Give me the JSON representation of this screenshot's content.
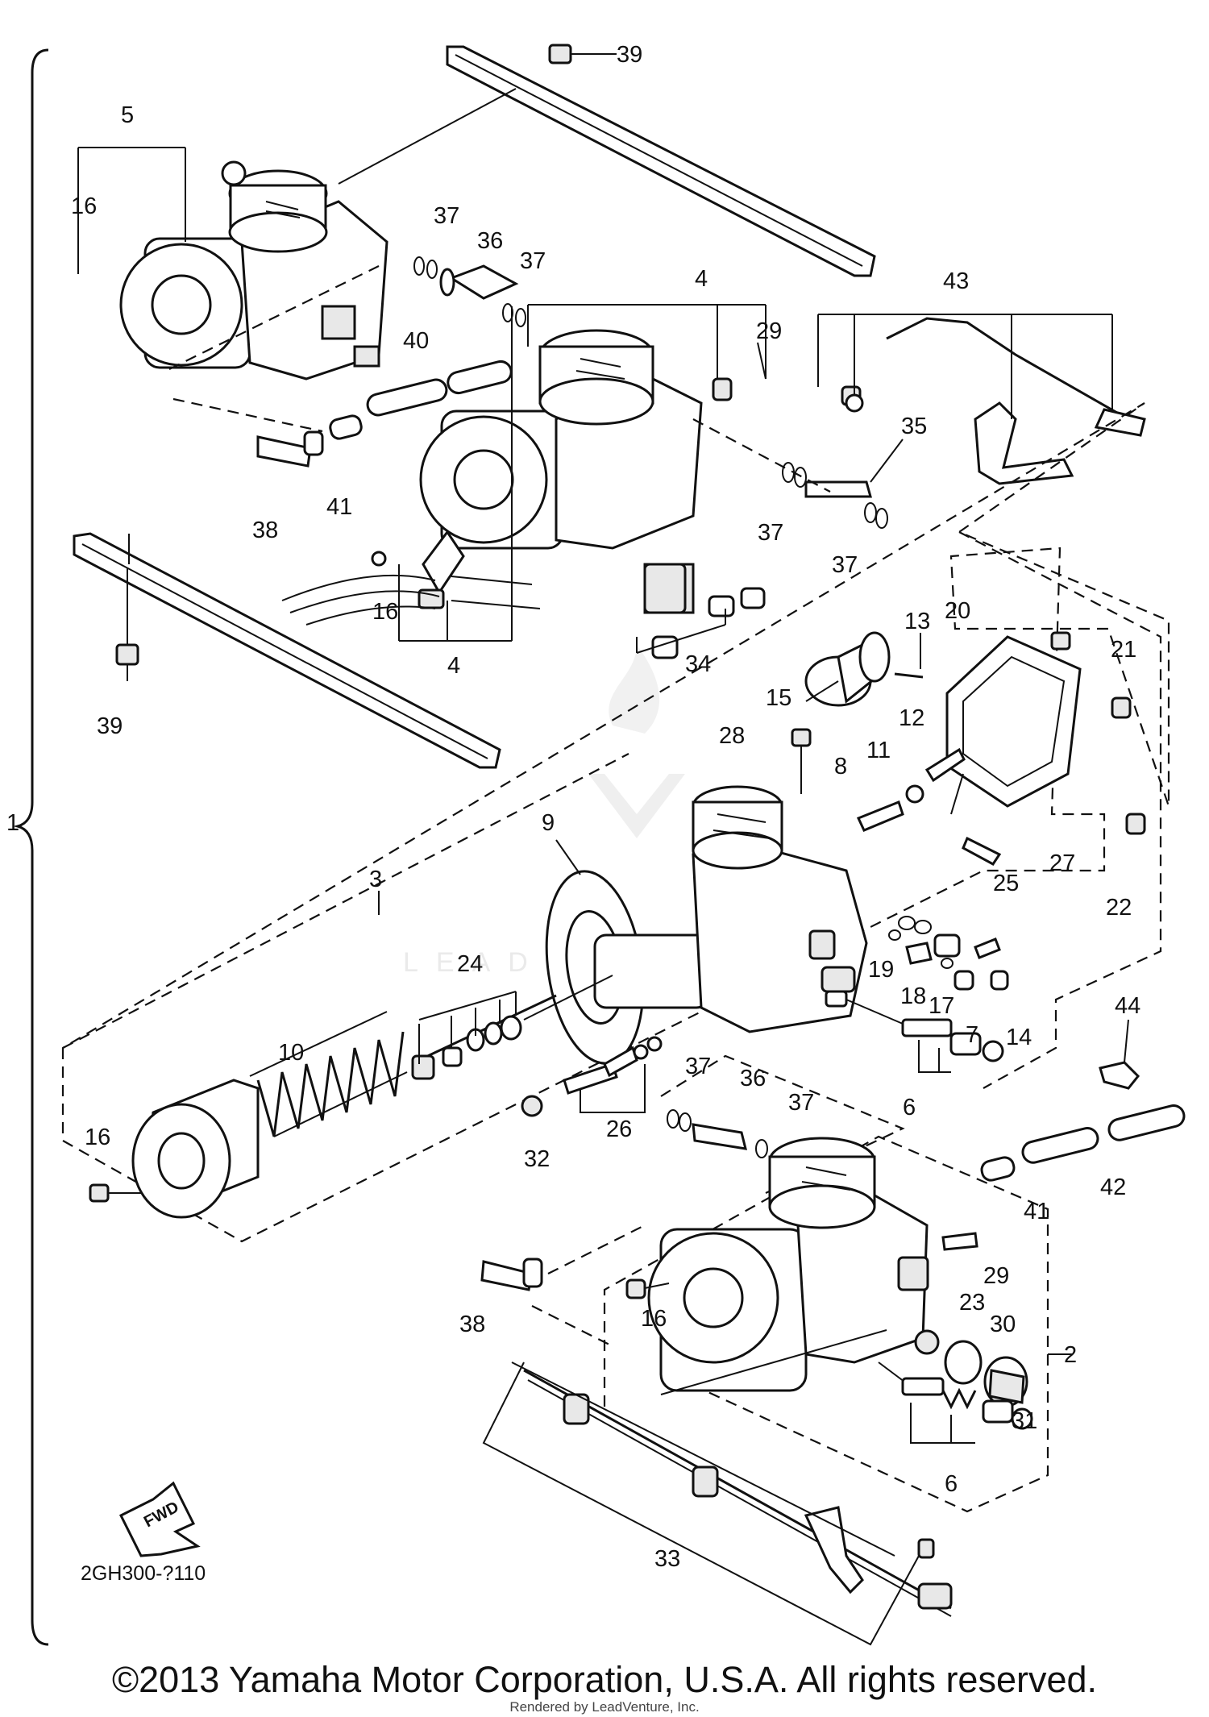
{
  "diagram": {
    "diagram_code": "2GH300-?110",
    "watermark": "LEADVENTURE",
    "fwd_arrow_label": "FWD",
    "callouts": [
      "1",
      "2",
      "3",
      "4",
      "5",
      "6",
      "7",
      "8",
      "9",
      "10",
      "11",
      "12",
      "13",
      "14",
      "15",
      "16",
      "17",
      "18",
      "19",
      "20",
      "21",
      "22",
      "23",
      "24",
      "25",
      "26",
      "27",
      "28",
      "29",
      "30",
      "31",
      "32",
      "33",
      "34",
      "35",
      "36",
      "37",
      "38",
      "39",
      "40",
      "41",
      "42",
      "43",
      "44"
    ]
  },
  "footer": {
    "copyright": "©2013 Yamaha Motor Corporation, U.S.A. All rights reserved.",
    "render_credit": "Rendered by LeadVenture, Inc."
  }
}
